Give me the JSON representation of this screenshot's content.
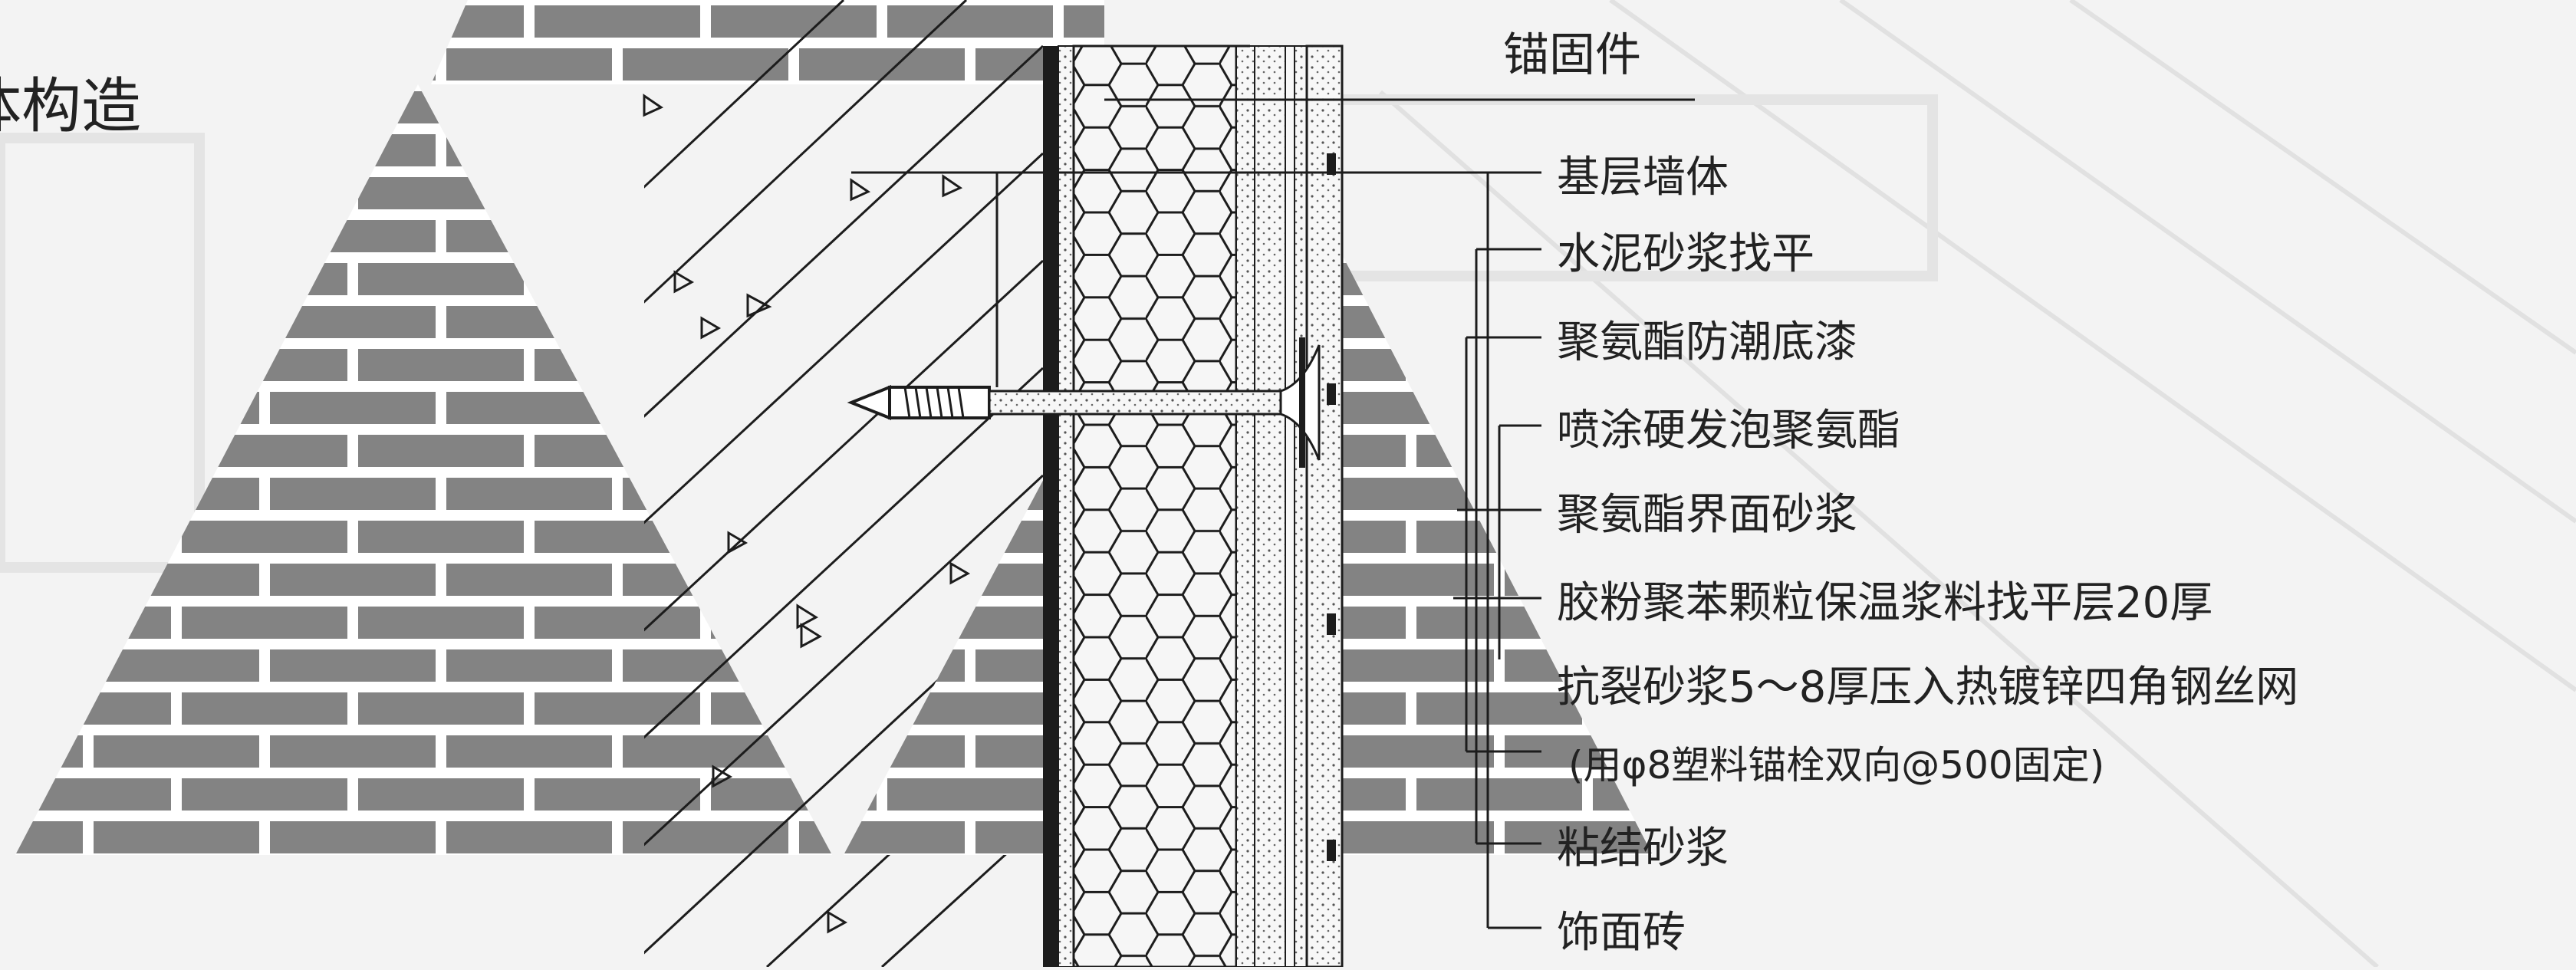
{
  "heading_fragment": "体构造",
  "anchor_label": "锚固件",
  "layers": [
    "基层墙体",
    "水泥砂浆找平",
    "聚氨酯防潮底漆",
    "喷涂硬发泡聚氨酯",
    "聚氨酯界面砂浆",
    "胶粉聚苯颗粒保温浆料找平层20厚",
    "抗裂砂浆5～8厚压入热镀锌四角钢丝网",
    "(用φ8塑料锚栓双向@500固定)",
    "粘结砂浆",
    "饰面砖"
  ],
  "colors": {
    "background": "#f3f3f3",
    "brick": "#838383",
    "mortar": "#ffffff",
    "line": "#1c1c1c",
    "text": "#222222"
  }
}
